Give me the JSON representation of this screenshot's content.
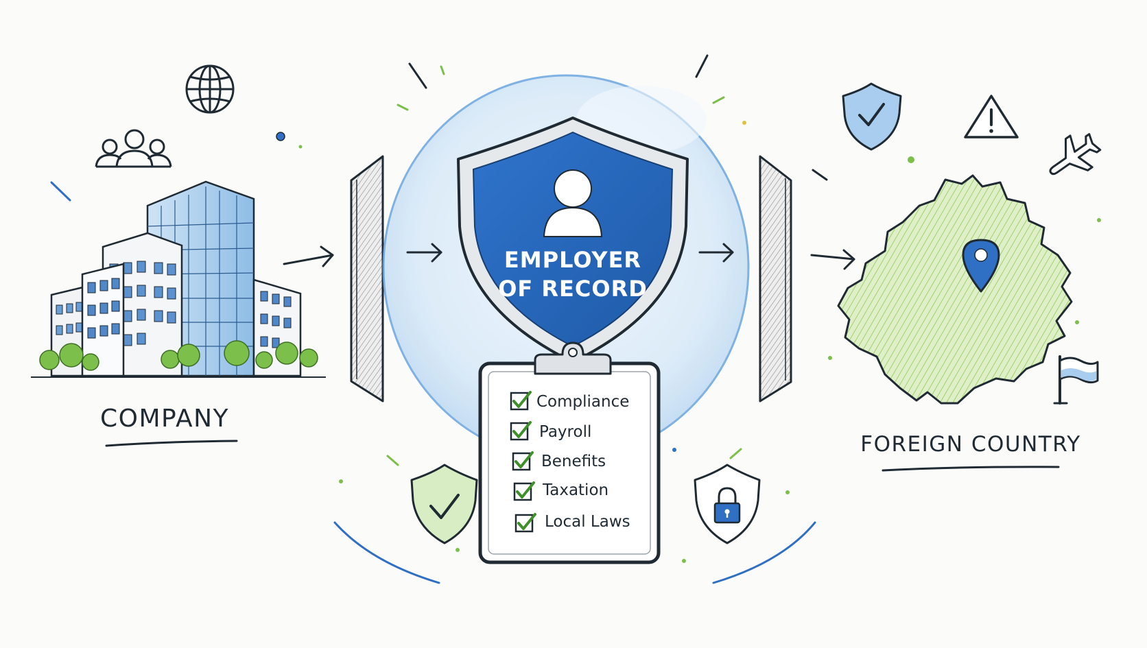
{
  "labels": {
    "company": "COMPANY",
    "foreign_country": "FOREIGN COUNTRY",
    "eor_line1": "EMPLOYER",
    "eor_line2": "OF RECORD"
  },
  "checklist": [
    "Compliance",
    "Payroll",
    "Benefits",
    "Taxation",
    "Local Laws"
  ],
  "colors": {
    "ink": "#1f2a33",
    "accent_blue": "#2f6fc4",
    "light_blue": "#a9cdef",
    "accent_green": "#7cc04b",
    "map_green": "#cfe7b4"
  },
  "icons": [
    "globe-icon",
    "people-icon",
    "building-icon",
    "arrow-right-icon",
    "gate-panel-icon",
    "protective-bubble",
    "shield-icon",
    "person-icon",
    "clipboard-icon",
    "checkbox-icon",
    "shield-check-icon",
    "lock-shield-icon",
    "warning-icon",
    "airplane-icon",
    "country-map",
    "location-pin-icon",
    "flag-icon"
  ]
}
